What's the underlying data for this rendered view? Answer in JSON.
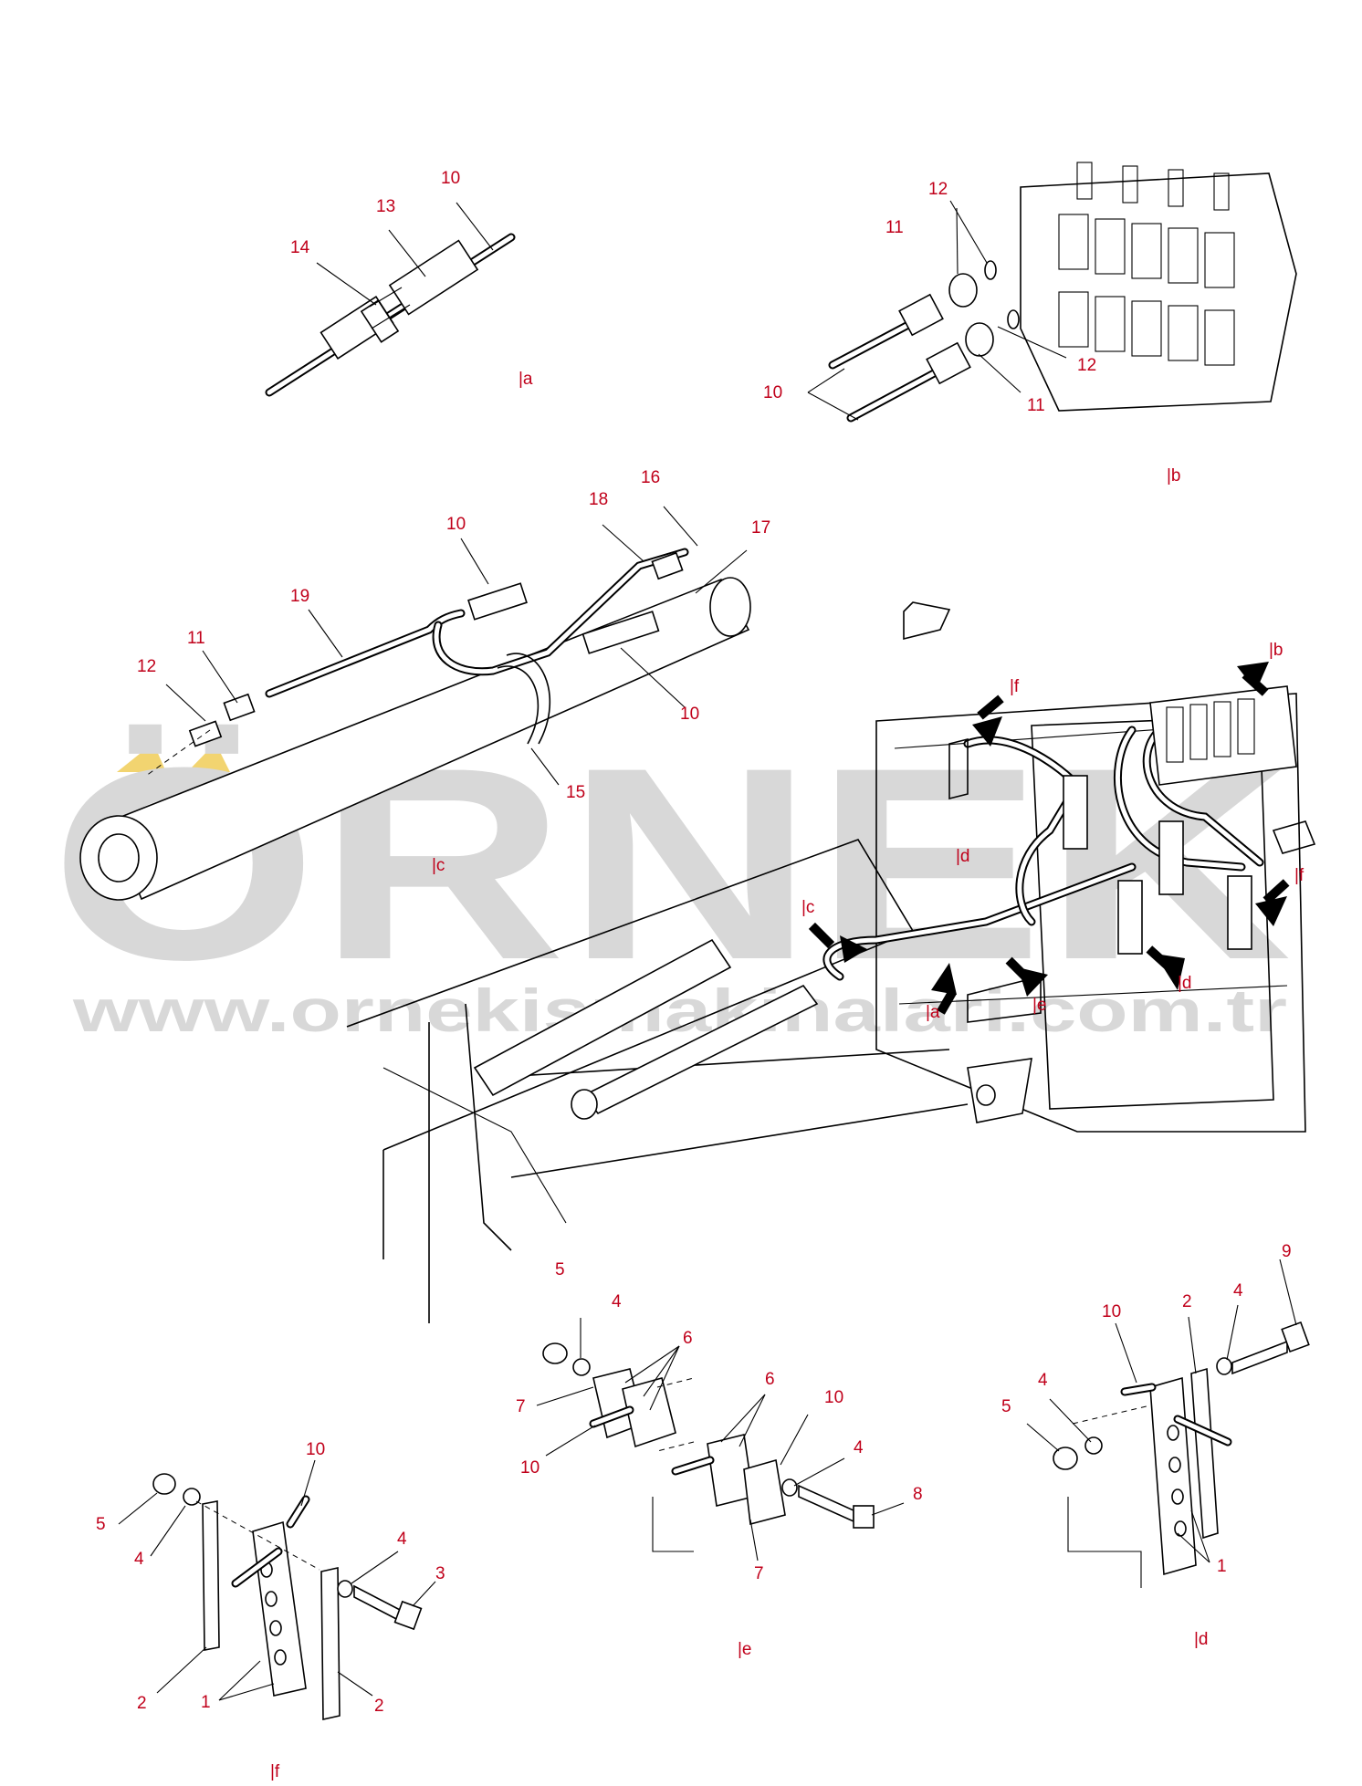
{
  "watermark": {
    "brand": "ÖRNEK",
    "url": "www.ornekismakinalari.com.tr",
    "brand_color": "#d6d6d6",
    "accent_color": "#f2d470"
  },
  "label_color": "#c0001a",
  "callouts": {
    "detail_a": {
      "n10": "10",
      "n13": "13",
      "n14": "14",
      "view": "|a"
    },
    "detail_b": {
      "n12_top": "12",
      "n11_top": "11",
      "n12_bottom": "12",
      "n11_bottom": "11",
      "n10": "10",
      "view": "|b"
    },
    "detail_c": {
      "n16": "16",
      "n18": "18",
      "n17": "17",
      "n10_top": "10",
      "n19": "19",
      "n11": "11",
      "n12": "12",
      "n10_right": "10",
      "n15": "15",
      "view": "|c"
    },
    "main": {
      "ref_b": "|b",
      "ref_f_top": "|f",
      "ref_d_top": "|d",
      "ref_f_right": "|f",
      "ref_c": "|c",
      "ref_a": "|a",
      "ref_e": "|e",
      "ref_d_bottom": "|d"
    },
    "detail_e": {
      "n5": "5",
      "n4_top": "4",
      "n6_left": "6",
      "n7_left": "7",
      "n10_left": "10",
      "n6_right": "6",
      "n10_right": "10",
      "n4_right": "4",
      "n8": "8",
      "n7_bottom": "7",
      "view": "|e"
    },
    "detail_d": {
      "n9": "9",
      "n10": "10",
      "n2": "2",
      "n4_top": "4",
      "n4_left": "4",
      "n5": "5",
      "n1": "1",
      "view": "|d"
    },
    "detail_f": {
      "n10": "10",
      "n5": "5",
      "n4_left": "4",
      "n4_right": "4",
      "n3": "3",
      "n2_left": "2",
      "n1": "1",
      "n2_right": "2",
      "view": "|f"
    }
  }
}
